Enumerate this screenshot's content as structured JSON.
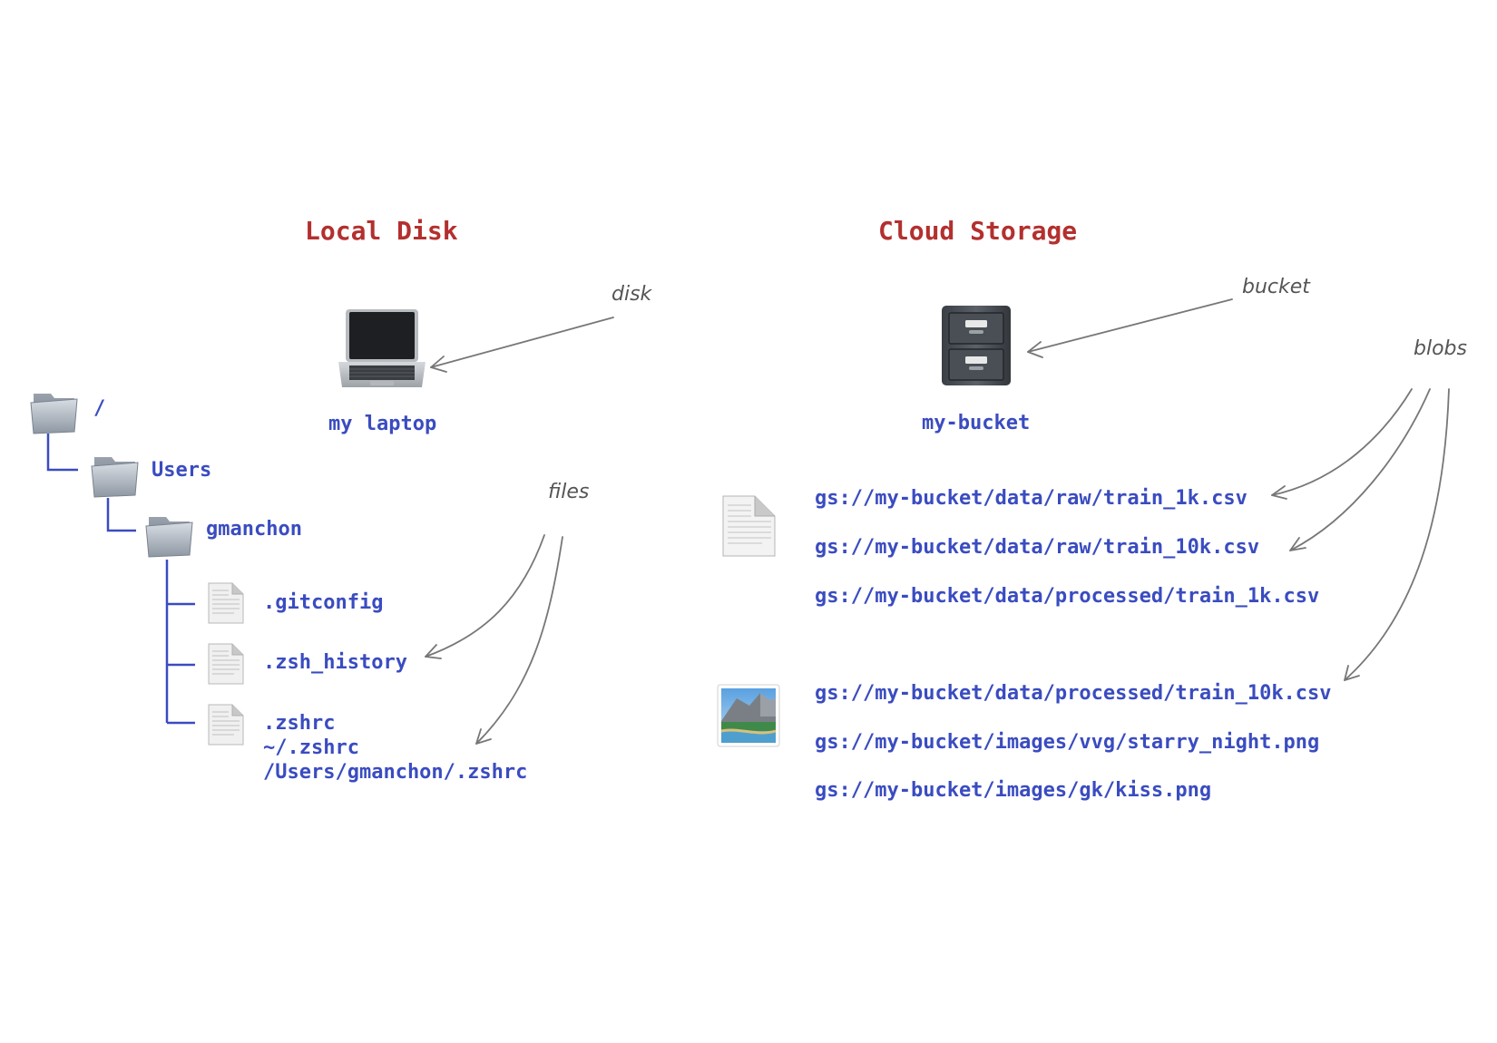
{
  "local": {
    "heading": "Local Disk",
    "laptop_label": "my laptop",
    "disk_annotation": "disk",
    "files_annotation": "files",
    "tree": {
      "root": "/",
      "users": "Users",
      "home": "gmanchon",
      "files": [
        ".gitconfig",
        ".zsh_history",
        ".zshrc"
      ],
      "zshrc_alias_short": "~/.zshrc",
      "zshrc_alias_full": "/Users/gmanchon/.zshrc"
    }
  },
  "cloud": {
    "heading": "Cloud Storage",
    "bucket_label": "my-bucket",
    "bucket_annotation": "bucket",
    "blobs_annotation": "blobs",
    "csv_blobs": [
      "gs://my-bucket/data/raw/train_1k.csv",
      "gs://my-bucket/data/raw/train_10k.csv",
      "gs://my-bucket/data/processed/train_1k.csv"
    ],
    "image_blobs": [
      "gs://my-bucket/data/processed/train_10k.csv",
      "gs://my-bucket/images/vvg/starry_night.png",
      "gs://my-bucket/images/gk/kiss.png"
    ]
  },
  "icons": {
    "laptop": "laptop-icon",
    "cabinet": "file-cabinet-icon",
    "folder": "folder-icon",
    "document": "document-icon",
    "landscape": "landscape-image-icon"
  },
  "colors": {
    "heading": "#b3302f",
    "text": "#3a4cc0",
    "tree_lines": "#3a4cc0",
    "annotation": "#555555"
  }
}
